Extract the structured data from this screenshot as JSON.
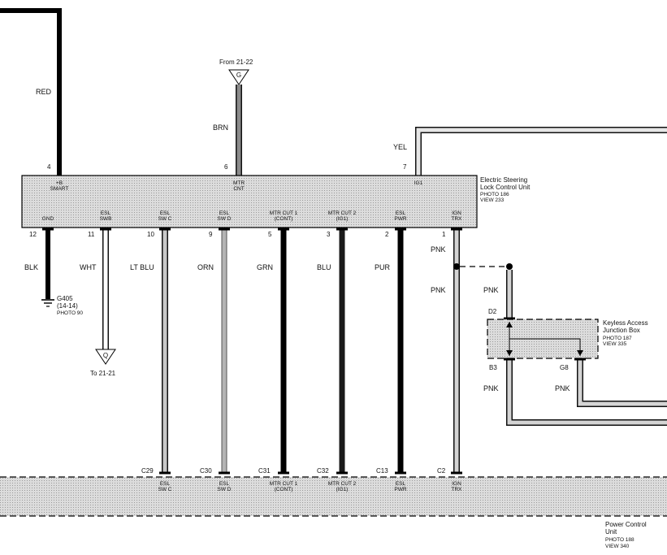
{
  "top_wires": {
    "red": {
      "color": "RED",
      "pin": "4",
      "label_1": "+B",
      "label_2": "SMART"
    },
    "brn": {
      "color": "BRN",
      "pin": "6",
      "label_1": "MTR",
      "label_2": "CNT",
      "from_text": "From 21-22",
      "flag": "G"
    },
    "yel": {
      "color": "YEL",
      "pin": "7",
      "label_1": "IG1"
    }
  },
  "esl_unit": {
    "name_1": "Electric Steering",
    "name_2": "Lock Control Unit",
    "photo": "PHOTO 186",
    "view": "VIEW 233"
  },
  "bottom_wires": [
    {
      "pin": "12",
      "label_1": "GND",
      "label_2": "",
      "color": "BLK"
    },
    {
      "pin": "11",
      "label_1": "ESL",
      "label_2": "SWB",
      "color": "WHT"
    },
    {
      "pin": "10",
      "label_1": "ESL",
      "label_2": "SW C",
      "color": "LT BLU",
      "conn": "C29"
    },
    {
      "pin": "9",
      "label_1": "ESL",
      "label_2": "SW D",
      "color": "ORN",
      "conn": "C30"
    },
    {
      "pin": "5",
      "label_1": "MTR CUT 1",
      "label_2": "(CONT)",
      "color": "GRN",
      "conn": "C31"
    },
    {
      "pin": "3",
      "label_1": "MTR CUT 2",
      "label_2": "(IG1)",
      "color": "BLU",
      "conn": "C32"
    },
    {
      "pin": "2",
      "label_1": "ESL",
      "label_2": "PWR",
      "color": "PUR",
      "conn": "C13"
    },
    {
      "pin": "1",
      "label_1": "IGN",
      "label_2": "TRX",
      "color": "PNK",
      "conn": "C2"
    }
  ],
  "ground": {
    "id": "G405",
    "ref": "(14-14)",
    "photo": "PHOTO 90"
  },
  "offpage_q": {
    "flag": "Q",
    "text": "To 21-21"
  },
  "pnk_second": "PNK",
  "keyless": {
    "name_1": "Keyless Access",
    "name_2": "Junction Box",
    "photo": "PHOTO 187",
    "view": "VIEW 335",
    "pins": {
      "d2": "D2",
      "b3": "B3",
      "g8": "G8"
    },
    "wires": {
      "d2": "PNK",
      "b3": "PNK",
      "g8": "PNK"
    }
  },
  "pcu": {
    "name_1": "Power Control",
    "name_2": "Unit",
    "photo": "PHOTO 188",
    "view": "VIEW 340"
  }
}
